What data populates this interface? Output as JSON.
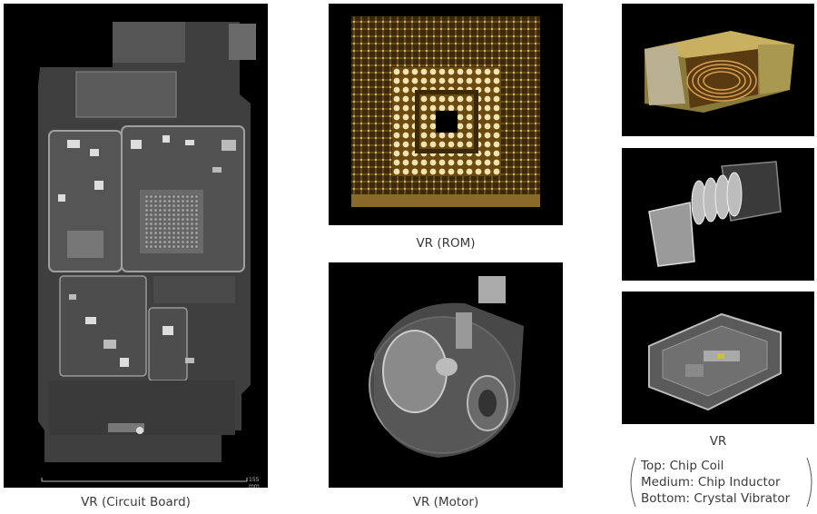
{
  "captions": {
    "circuit_board": "VR (Circuit Board)",
    "rom": "VR (ROM)",
    "motor": "VR (Motor)",
    "vr": "VR"
  },
  "scale_label": "155 mm",
  "legend": {
    "top": "Top: Chip Coil",
    "medium": "Medium: Chip Inductor",
    "bottom": "Bottom: Crystal Vibrator"
  }
}
